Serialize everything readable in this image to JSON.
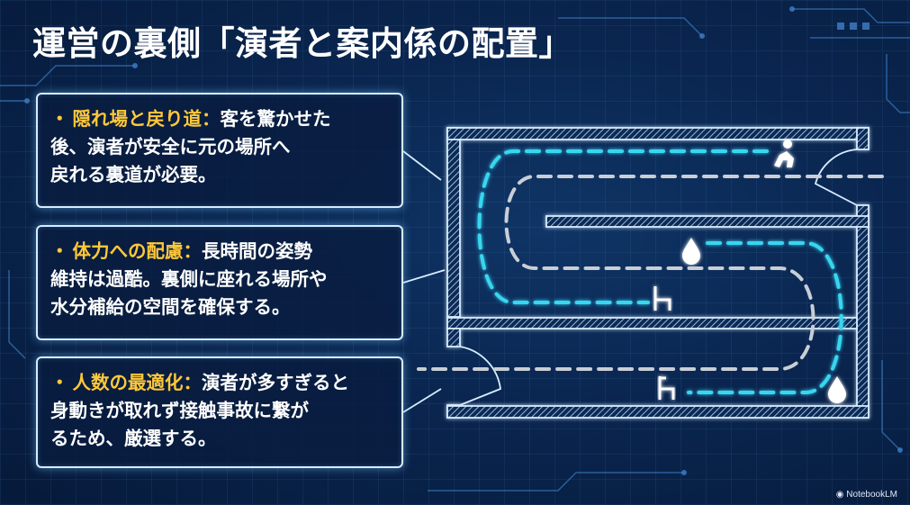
{
  "title": "運営の裏側「演者と案内係の配置」",
  "boxes": [
    {
      "bullet": "・",
      "heading": "隠れ場と戻り道：",
      "lines": [
        "客を驚かせた",
        "後、演者が安全に元の場所へ",
        "戻れる裏道が必要。"
      ]
    },
    {
      "bullet": "・",
      "heading": "体力への配慮：",
      "lines": [
        "長時間の姿勢",
        "維持は過酷。裏側に座れる場所や",
        "水分補給の空間を確保する。"
      ]
    },
    {
      "bullet": "・",
      "heading": "人数の最適化：",
      "lines": [
        "演者が多すぎると",
        "身動きが取れず接触事故に繋が",
        "るため、厳選する。"
      ]
    }
  ],
  "credit": "NotebookLM",
  "diagram": {
    "paths": [
      {
        "name": "performer-route",
        "color": "#38d6f0",
        "style": "dashed"
      },
      {
        "name": "guest-route",
        "color": "#c9ced6",
        "style": "dashed"
      }
    ],
    "icons": [
      "crouching-performer-icon",
      "water-drop-icon",
      "chair-icon",
      "chair-icon",
      "water-drop-icon"
    ]
  }
}
